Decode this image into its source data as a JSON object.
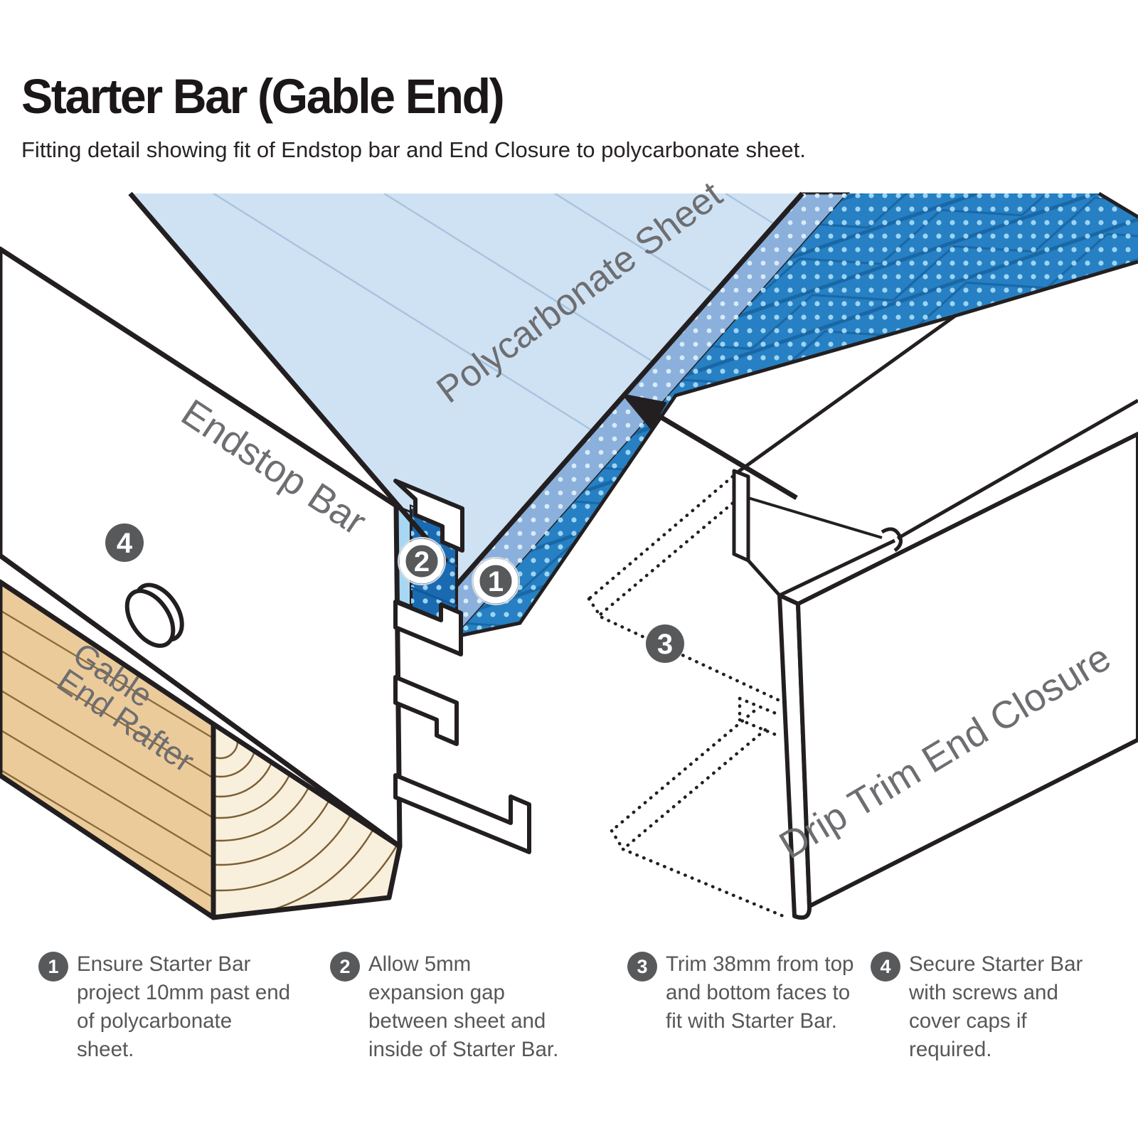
{
  "header": {
    "title": "Starter Bar (Gable End)",
    "subtitle": "Fitting detail showing fit of Endstop bar and End Closure to polycarbonate sheet."
  },
  "diagram": {
    "labels": {
      "sheet": "Polycarbonate Sheet",
      "endstop_bar": "Endstop Bar",
      "rafter_line1": "Gable",
      "rafter_line2": "End Rafter",
      "drip_trim": "Drip Trim End Closure"
    },
    "callouts": [
      {
        "number": "1"
      },
      {
        "number": "2"
      },
      {
        "number": "3"
      },
      {
        "number": "4"
      }
    ]
  },
  "notes": [
    {
      "number": "1",
      "text": "Ensure Starter Bar project 10mm past end of polycarbonate sheet."
    },
    {
      "number": "2",
      "text": "Allow 5mm expansion gap between sheet and inside of Starter Bar."
    },
    {
      "number": "3",
      "text": "Trim 38mm from top and bottom faces to fit with Starter Bar."
    },
    {
      "number": "4",
      "text": "Secure Starter Bar with screws and cover caps if required."
    }
  ],
  "colors": {
    "outline": "#231f20",
    "sheet_top": "#cfe2f4",
    "sheet_rib": "#a9c4de",
    "sheet_edge_band": "#8bb0dc",
    "sheet_face": "#2680c3",
    "sheet_face_lines": "#1a67a5",
    "sheet_end_dark": "#1a6ab1",
    "expansion_gap": "#a7d7f3",
    "dots": "#a3d9f6",
    "wood_side": "#eccb9b",
    "wood_grain": "#8a6a3c",
    "wood_end": "#f8efdd",
    "wood_rings": "#7b5f33",
    "label_gray": "#6d6e71",
    "note_gray": "#58595b",
    "callout_fill": "#58595b"
  }
}
